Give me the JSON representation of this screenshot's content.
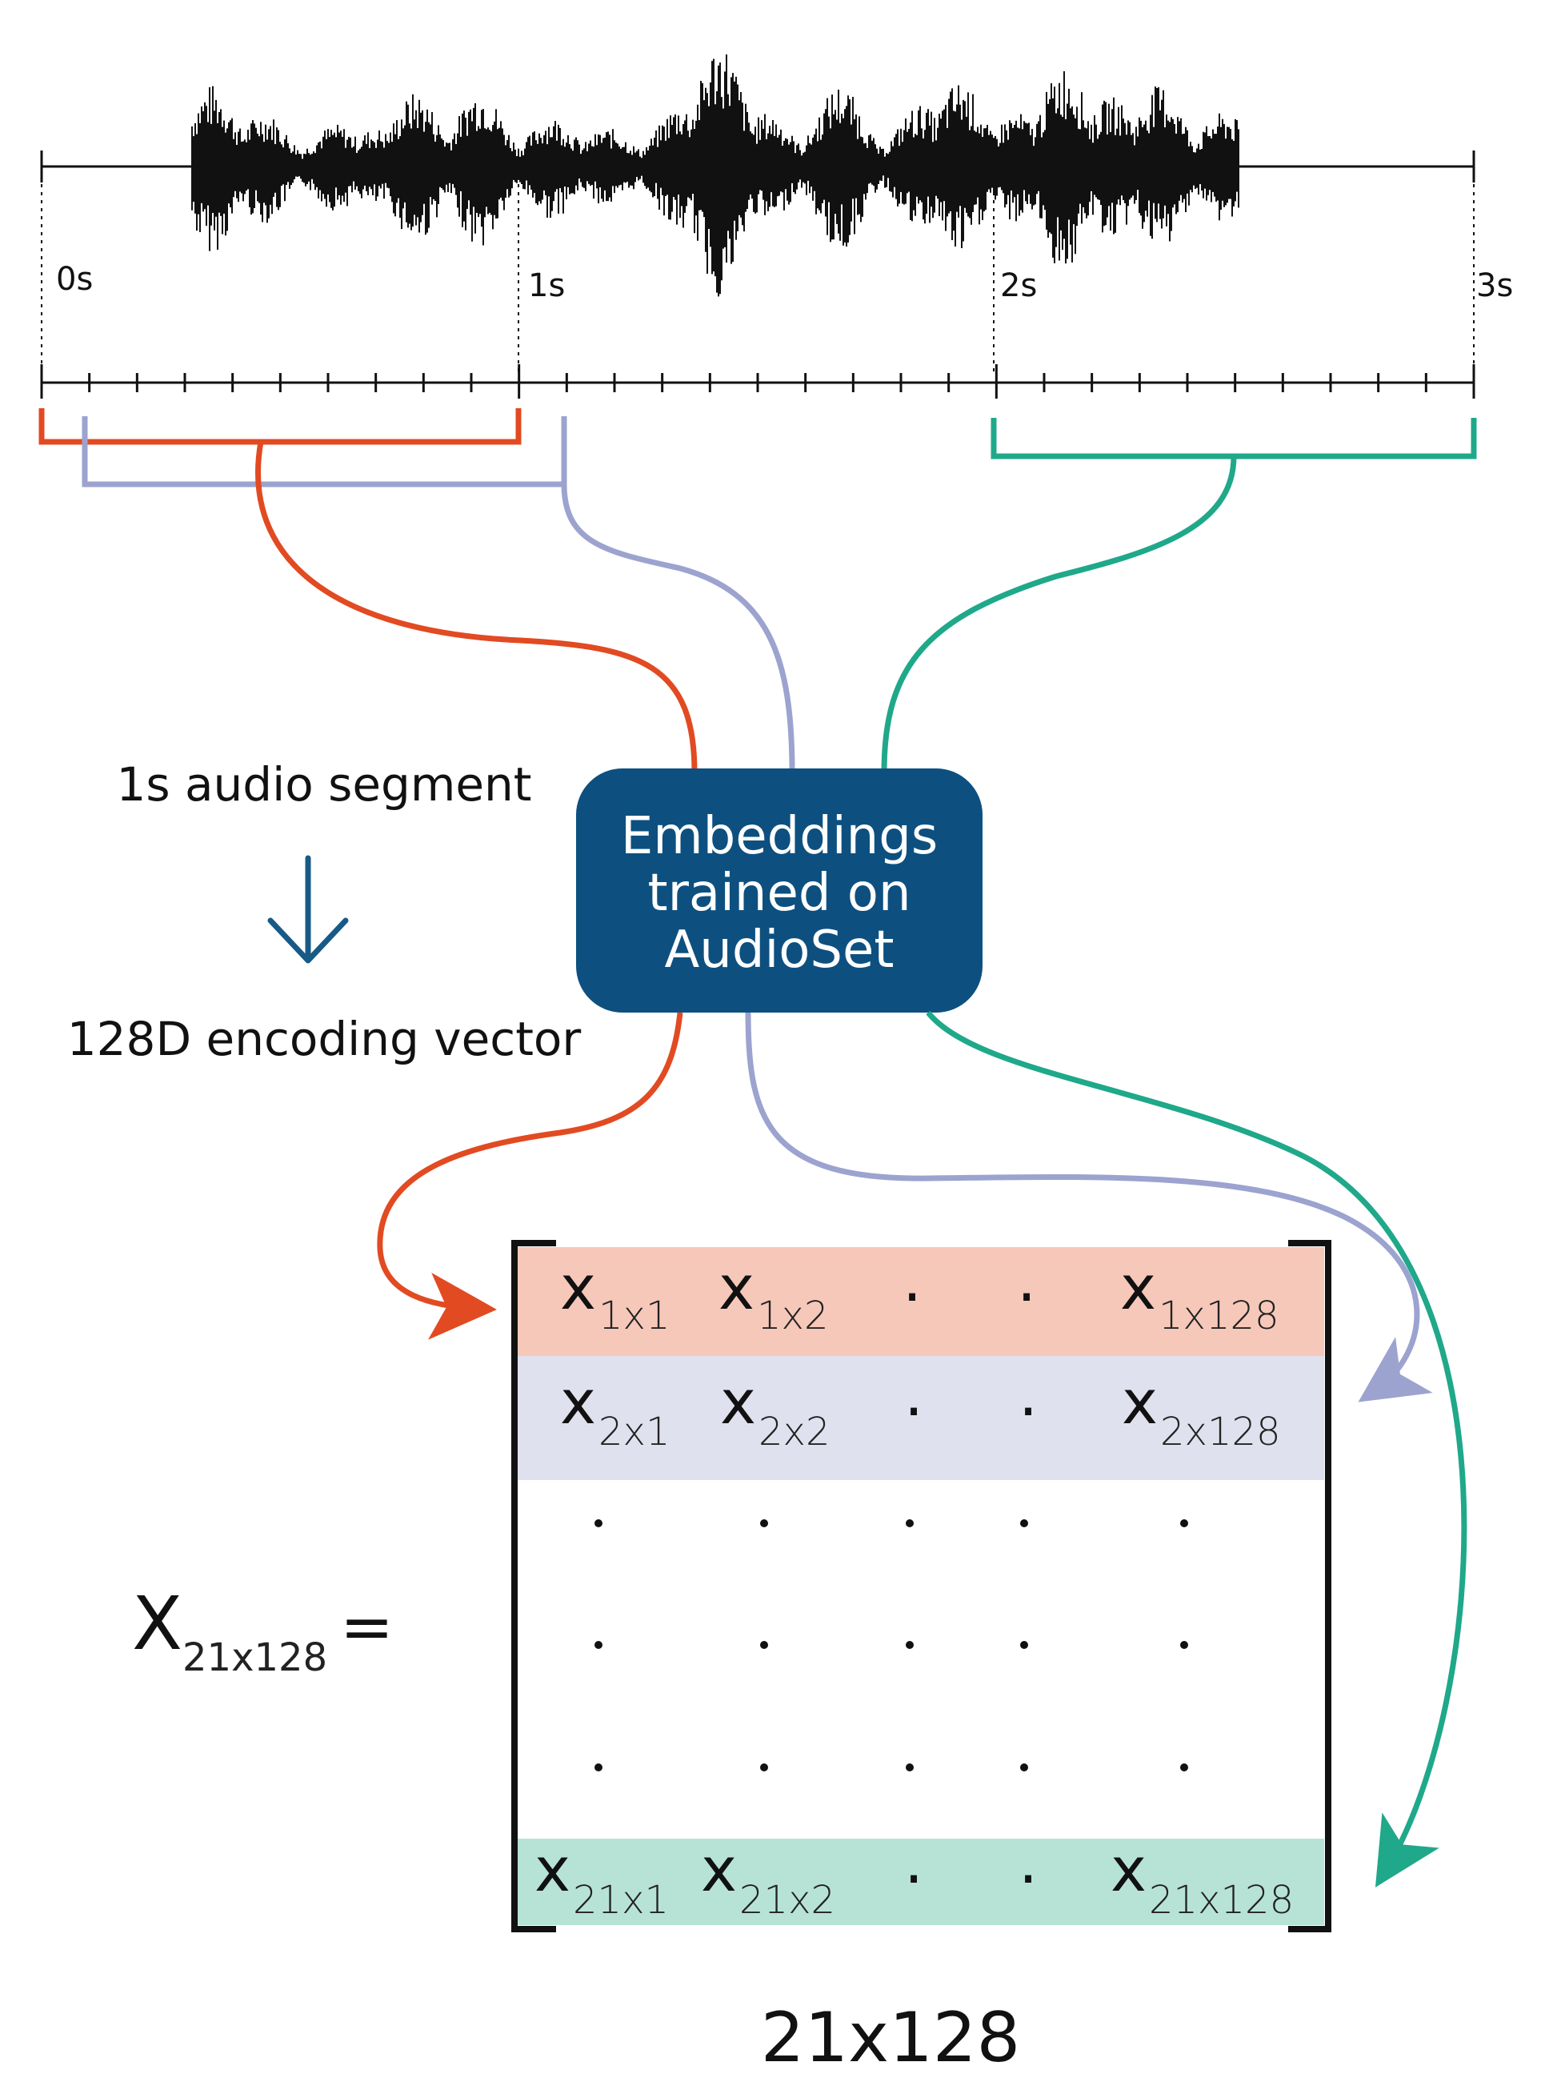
{
  "timeline": {
    "labels": [
      "0s",
      "1s",
      "2s",
      "3s"
    ]
  },
  "legend": {
    "segment_label": "1s audio segment",
    "vector_label": "128D encoding vector"
  },
  "model_box": {
    "lines": [
      "Embeddings",
      "trained on",
      "AudioSet"
    ],
    "color": "#0d5080"
  },
  "colors": {
    "red": "#e24a22",
    "lavender": "#9ca3cf",
    "teal": "#1fa88a",
    "row1_fill": "#f6c8b9",
    "row2_fill": "#e0e1ee",
    "row21_fill": "#b7e3d7",
    "arrow_dark": "#175a86"
  },
  "matrix": {
    "name": "X",
    "name_subscript": "21x128",
    "equals": "=",
    "dims_label": "21x128",
    "row1": {
      "cells": [
        {
          "var": "x",
          "sub": "1x1"
        },
        {
          "var": "x",
          "sub": "1x2"
        },
        {
          "var": ".",
          "sub": ""
        },
        {
          "var": ".",
          "sub": ""
        },
        {
          "var": "x",
          "sub": "1x128"
        }
      ]
    },
    "row2": {
      "cells": [
        {
          "var": "x",
          "sub": "2x1"
        },
        {
          "var": "x",
          "sub": "2x2"
        },
        {
          "var": ".",
          "sub": ""
        },
        {
          "var": ".",
          "sub": ""
        },
        {
          "var": "x",
          "sub": "2x128"
        }
      ]
    },
    "row21": {
      "cells": [
        {
          "var": "x",
          "sub": "21x1"
        },
        {
          "var": "x",
          "sub": "21x2"
        },
        {
          "var": ".",
          "sub": ""
        },
        {
          "var": ".",
          "sub": ""
        },
        {
          "var": "x",
          "sub": "21x128"
        }
      ]
    }
  }
}
